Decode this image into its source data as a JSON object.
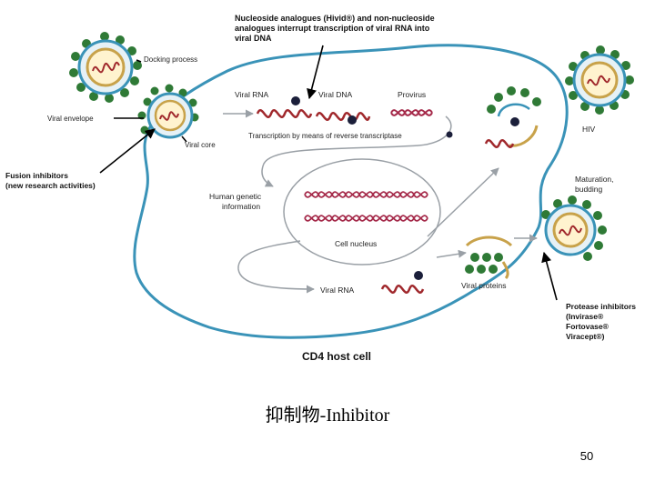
{
  "diagram": {
    "title": "CD4 host cell",
    "labels": {
      "nucleoside": [
        "Nucleoside analogues (Hivid®) and non-nucleoside",
        "analogues interrupt transcription of viral RNA into",
        "viral DNA"
      ],
      "docking": "Docking process",
      "viral_envelope": "Viral envelope",
      "viral_core": "Viral core",
      "fusion": [
        "Fusion inhibitors",
        "(new research activities)"
      ],
      "viral_rna_top": "Viral RNA",
      "viral_dna": "Viral DNA",
      "provirus": "Provirus",
      "transcription": "Transcription by means of reverse transcriptase",
      "human_genetic": [
        "Human genetic",
        "information"
      ],
      "cell_nucleus": "Cell nucleus",
      "viral_rna_bottom": "Viral RNA",
      "viral_proteins": "Viral proteins",
      "hiv": "HIV",
      "maturation": [
        "Maturation,",
        "budding"
      ],
      "protease": [
        "Protease inhibitors",
        "(Invirase®",
        "Fortovase®",
        "Viracept®)"
      ]
    },
    "colors": {
      "membrane": "#3a93b8",
      "virus_core": "#c8a24a",
      "rna": "#a0282c",
      "dna": "#a52a4a",
      "knob": "#2f7a36"
    }
  },
  "caption": "抑制物-Inhibitor",
  "page_number": "50"
}
